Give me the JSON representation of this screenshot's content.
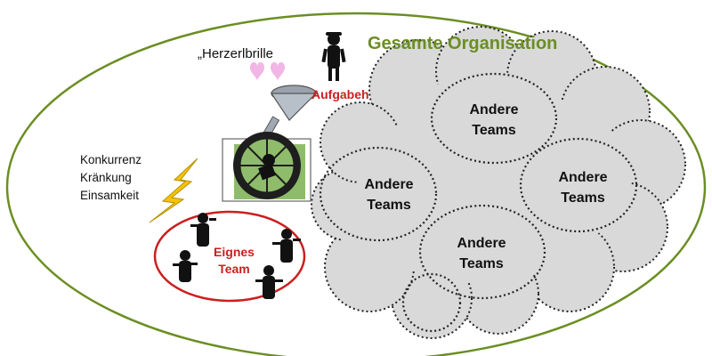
{
  "organization": {
    "title": "Gesamte Organisation"
  },
  "teams": [
    {
      "line1": "Andere",
      "line2": "Teams"
    },
    {
      "line1": "Andere",
      "line2": "Teams"
    },
    {
      "line1": "Andere",
      "line2": "Teams"
    },
    {
      "line1": "Andere",
      "line2": "Teams"
    }
  ],
  "glasses_label": "„Herzerlbrille",
  "task_label": "Aufgabeh",
  "risks": [
    "Konkurrenz",
    "Kränkung",
    "Einsamkeit"
  ],
  "own_team": {
    "line1": "Eignes",
    "line2": "Team"
  },
  "colors": {
    "outer": "#6b8e23",
    "cloud": "#d9d9d9",
    "own_team": "#cc1f1f",
    "hearts": "#f2b6e6",
    "lightning": "#f5c400"
  },
  "icons": [
    "heart-icon",
    "funnel-icon",
    "lightning-icon",
    "person-icon",
    "hamster-wheel-icon"
  ]
}
